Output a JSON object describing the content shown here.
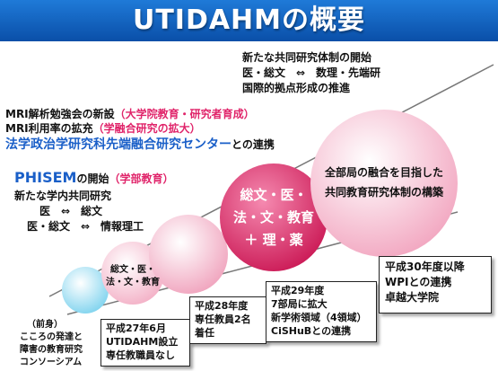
{
  "title": "UTIDAHMの概要",
  "top_right": {
    "line1": "新たな共同研究体制の開始",
    "line2": "医・総文　⇔　数理・先端研",
    "line3": "国際的拠点形成の推進"
  },
  "mri": {
    "line1_main": "MRI解析勉強会の新設",
    "line1_paren": "（大学院教育・研究者育成）",
    "line2_main": "MRI利用率の拡充",
    "line2_paren": "（学融合研究の拡大）",
    "line3_blue": "法学政治学研究科先端融合研究センター",
    "line3_tail": "との連携"
  },
  "phisem": {
    "name": "PHISEM",
    "suffix": "の開始",
    "paren": "（学部教育）",
    "line2": "新たな学内共同研究",
    "line3": "医　⇔　総文",
    "line4": "医・総文　⇔　情報理工"
  },
  "predecessor": {
    "line1": "（前身）",
    "line2": "こころの発達と",
    "line3": "障害の教育研究",
    "line4": "コンソーシアム"
  },
  "circles": {
    "c2_line1": "総文・医・",
    "c2_line2": "法・文・教育",
    "c4_line1": "総文・医・",
    "c4_line2": "法・文・教育",
    "c4_line3": "＋ 理・薬",
    "c5_line1": "全部局の融合を目指した",
    "c5_line2": "共同教育研究体制の構築"
  },
  "boxes": {
    "h27": {
      "line1": "平成27年6月",
      "line2": "UTIDAHM設立",
      "line3": "専任教職員なし"
    },
    "h28": {
      "line1": "平成28年度",
      "line2": "専任教員2名",
      "line3": "着任"
    },
    "h29": {
      "line1": "平成29年度",
      "line2": "7部局に拡大",
      "line3": "新学術領域（4領域）",
      "line4": "CiSHuBとの連携"
    },
    "h30": {
      "line1": "平成30年度以降",
      "line2": "WPIとの連携",
      "line3": "卓越大学院"
    }
  },
  "colors": {
    "title_bg": "#0a4fa8",
    "accent_pink": "#e0246a",
    "accent_blue": "#1a5fc8"
  }
}
